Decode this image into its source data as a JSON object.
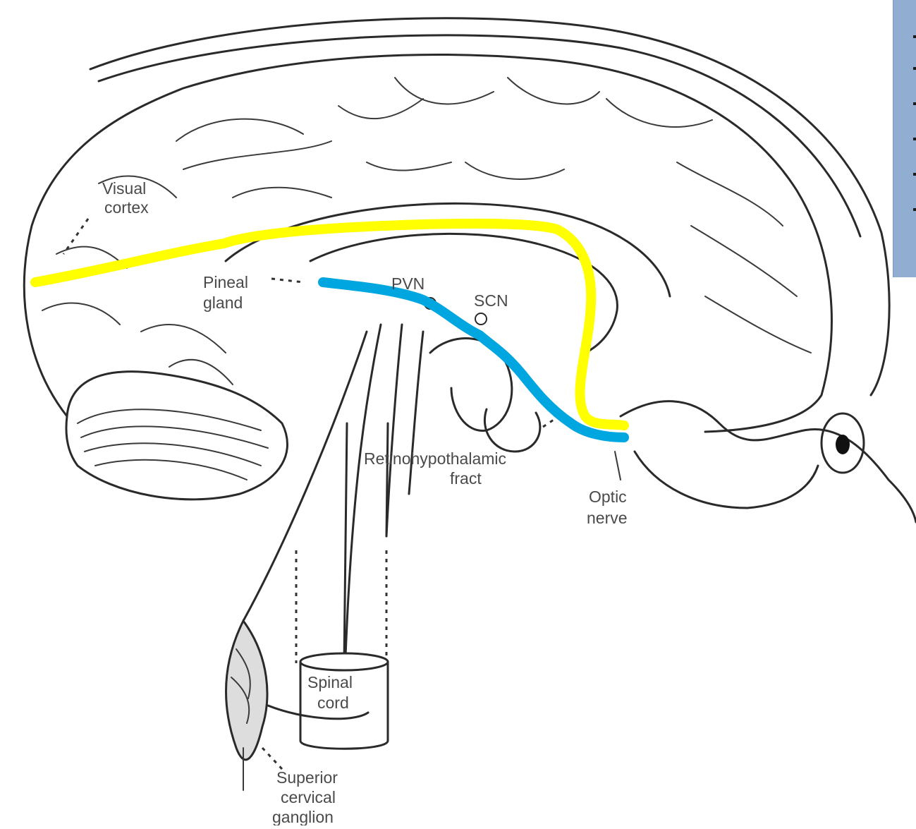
{
  "diagram": {
    "labels": {
      "visual_cortex_1": "Visual",
      "visual_cortex_2": "cortex",
      "pineal_1": "Pineal",
      "pineal_2": "gland",
      "pvn": "PVN",
      "scn": "SCN",
      "rht_1": "Retinohypothalamic",
      "rht_2": "fract",
      "optic_1": "Optic",
      "optic_2": "nerve",
      "spinal_1": "Spinal",
      "spinal_2": "cord",
      "scg_1": "Superior",
      "scg_2": "cervical",
      "scg_3": "ganglion"
    },
    "colors": {
      "yellow_pathway": "#ffff00",
      "blue_pathway": "#00a6e0",
      "note_box": "#91add2"
    }
  }
}
